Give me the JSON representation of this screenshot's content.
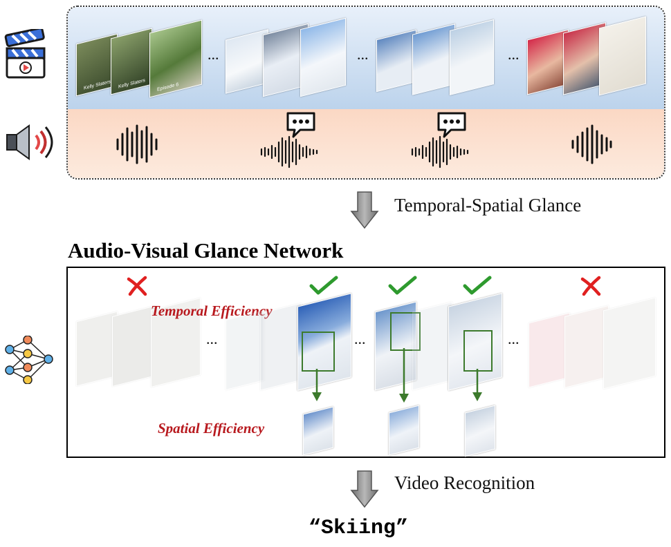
{
  "arrows": {
    "glance_label": "Temporal-Spatial Glance",
    "recognition_label": "Video Recognition"
  },
  "network": {
    "title": "Audio-Visual Glance Network",
    "temporal_label": "Temporal Efficiency",
    "spatial_label": "Spatial Efficiency"
  },
  "ellipsis": "...",
  "frame_captions": [
    "Kelly Slaters",
    "Kelly Slaters",
    "Episode 6"
  ],
  "result": "“Skiing”",
  "colors": {
    "accent_red": "#b8191e",
    "check_green": "#2e9a2e",
    "crop_green": "#3c7a2c",
    "arrow_gray": "#8a8a8a"
  },
  "icons": [
    "clapperboard-icon",
    "speaker-icon",
    "neural-network-icon",
    "speech-bubble-icon",
    "waveform-icon",
    "checkmark-icon",
    "cross-icon",
    "down-arrow-icon"
  ]
}
